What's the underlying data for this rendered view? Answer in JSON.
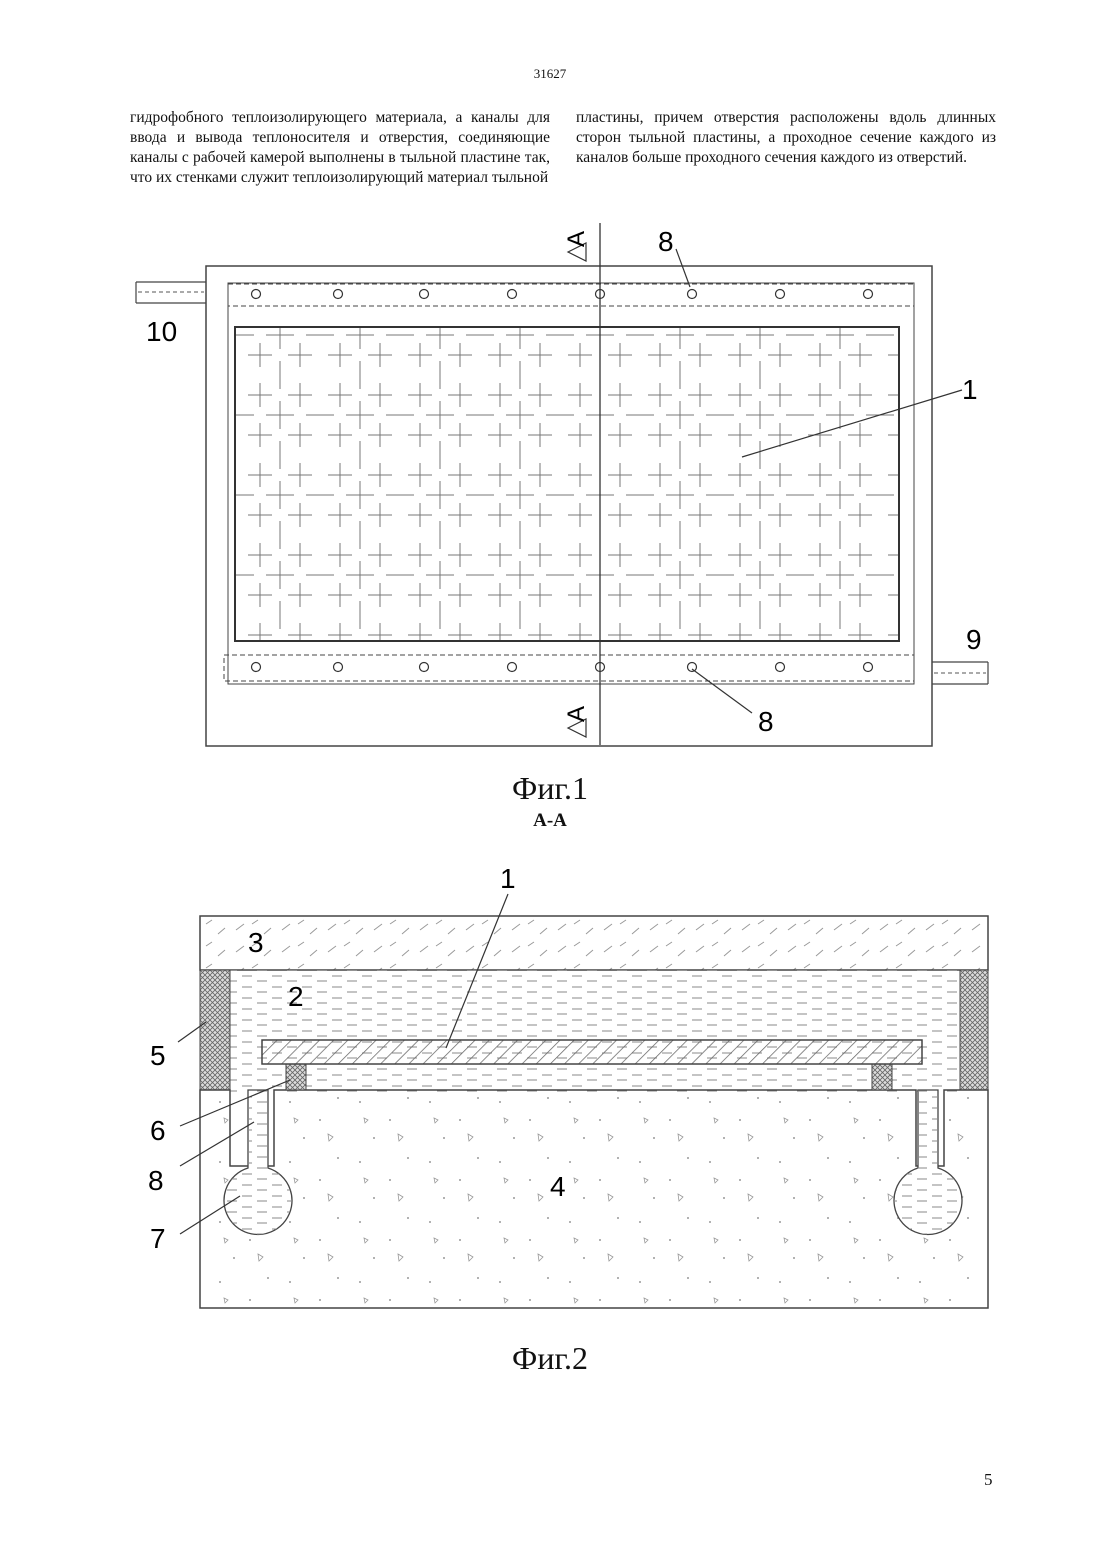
{
  "page": {
    "header_number": "31627",
    "footer_number": "5"
  },
  "text": {
    "left_column": "гидрофобного теплоизолирующего материала, а каналы для ввода и вывода теплоносителя и отверстия, соединяющие каналы с рабочей камерой выполнены в тыльной пластине так, что их стенками служит теплоизолирующий материал тыльной",
    "right_column": "пластины, причем отверстия расположены вдоль длинных сторон тыльной пластины, а проходное сечение каждого из каналов больше проходного сечения каждого из отверстий."
  },
  "figure1": {
    "caption": "Фиг.1",
    "section_mark": "А",
    "labels": {
      "panel": "1",
      "holes_top": "8",
      "holes_bottom": "8",
      "outlet": "9",
      "inlet": "10"
    }
  },
  "figure2": {
    "section_title": "А-А",
    "caption": "Фиг.2",
    "labels": {
      "plate": "1",
      "chamber": "2",
      "cover": "3",
      "back_plate": "4",
      "frame": "5",
      "support": "6",
      "channel": "7",
      "hole": "8"
    }
  }
}
